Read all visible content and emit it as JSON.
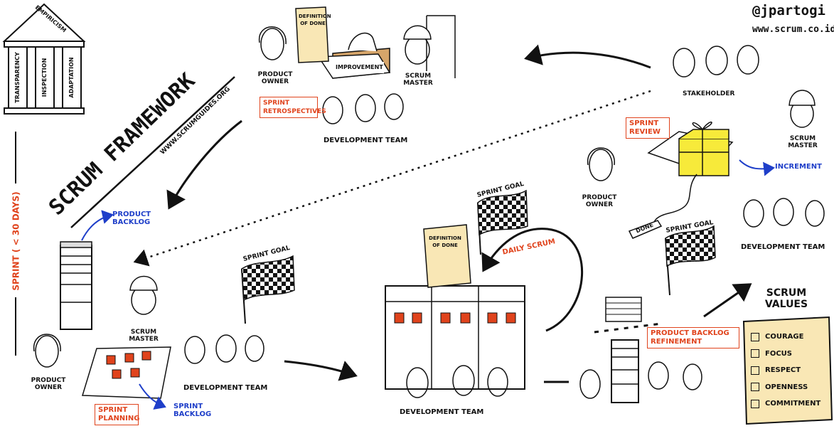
{
  "credit": {
    "handle": "@jpartogi",
    "url": "www.scrum.co.id"
  },
  "pillars": {
    "roof": "EMPIRICISM",
    "columns": [
      "TRANSPARENCY",
      "INSPECTION",
      "ADAPTATION"
    ]
  },
  "title": {
    "main": "SCRUM FRAMEWORK",
    "url": "WWW.SCRUMGUIDES.ORG"
  },
  "sprint_label": "SPRINT ( < 30 DAYS)",
  "roles": {
    "product_owner": "PRODUCT OWNER",
    "scrum_master": "SCRUM MASTER",
    "development_team": "DEVELOPMENT TEAM",
    "stakeholder": "STAKEHOLDER"
  },
  "events": {
    "sprint_retrospectives": "SPRINT RETROSPECTIVES",
    "sprint_review": "SPRINT REVIEW",
    "sprint_planning": "SPRINT PLANNING",
    "daily_scrum": "DAILY SCRUM",
    "product_backlog_refinement": "PRODUCT BACKLOG REFINEMENT"
  },
  "artifacts": {
    "product_backlog": "PRODUCT BACKLOG",
    "sprint_backlog": "SPRINT BACKLOG",
    "increment": "INCREMENT",
    "definition_of_done": "DEFINITION OF DONE",
    "improvement": "IMPROVEMENT",
    "done": "DONE",
    "sprint_goal": "SPRINT GOAL"
  },
  "values": {
    "title": "SCRUM VALUES",
    "items": [
      "COURAGE",
      "FOCUS",
      "RESPECT",
      "OPENNESS",
      "COMMITMENT"
    ]
  },
  "colors": {
    "accent_red": "#e0431c",
    "accent_blue": "#1f3fc9",
    "gift_yellow": "#f7ea3a",
    "scroll": "#f9e7b5"
  }
}
